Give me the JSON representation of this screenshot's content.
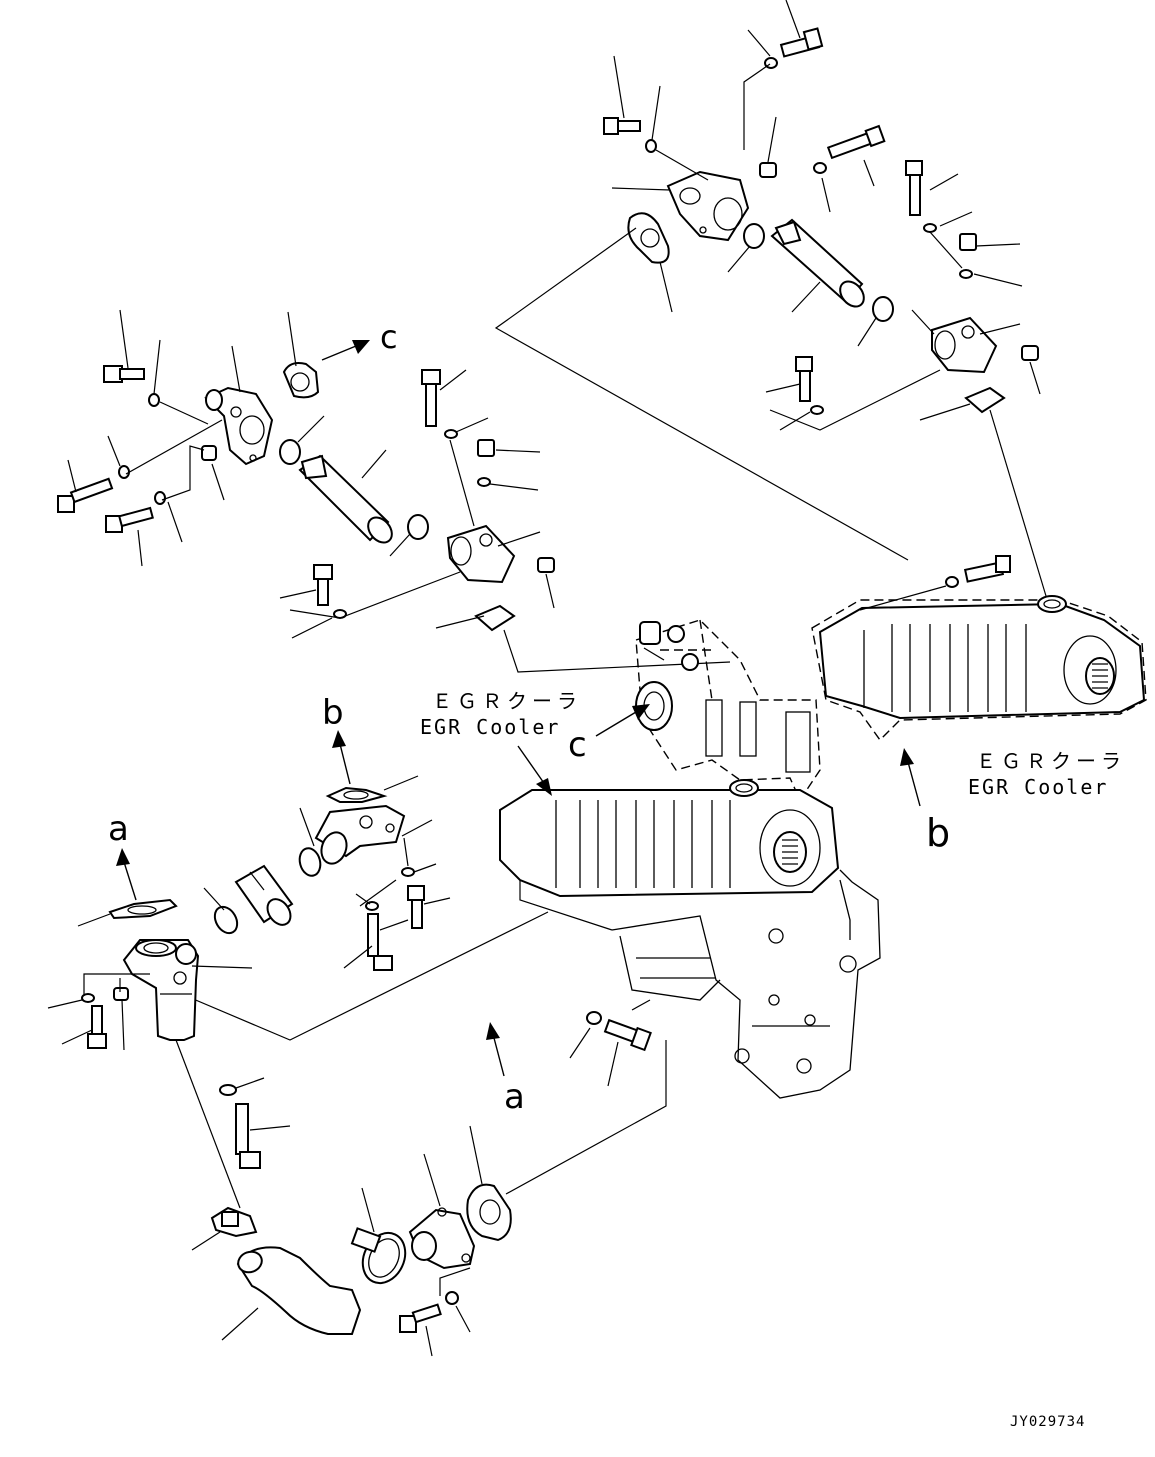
{
  "diagram": {
    "labels": {
      "egr_cooler_left_jp": "ＥＧＲクーラ",
      "egr_cooler_left_en": "EGR Cooler",
      "egr_cooler_right_jp": "ＥＧＲクーラ",
      "egr_cooler_right_en": "EGR Cooler",
      "drawing_code": "JY029734"
    },
    "callouts": {
      "a_upper": "a",
      "a_lower": "a",
      "b_upper": "b",
      "b_lower": "b",
      "c_upper": "c",
      "c_lower": "c"
    }
  }
}
